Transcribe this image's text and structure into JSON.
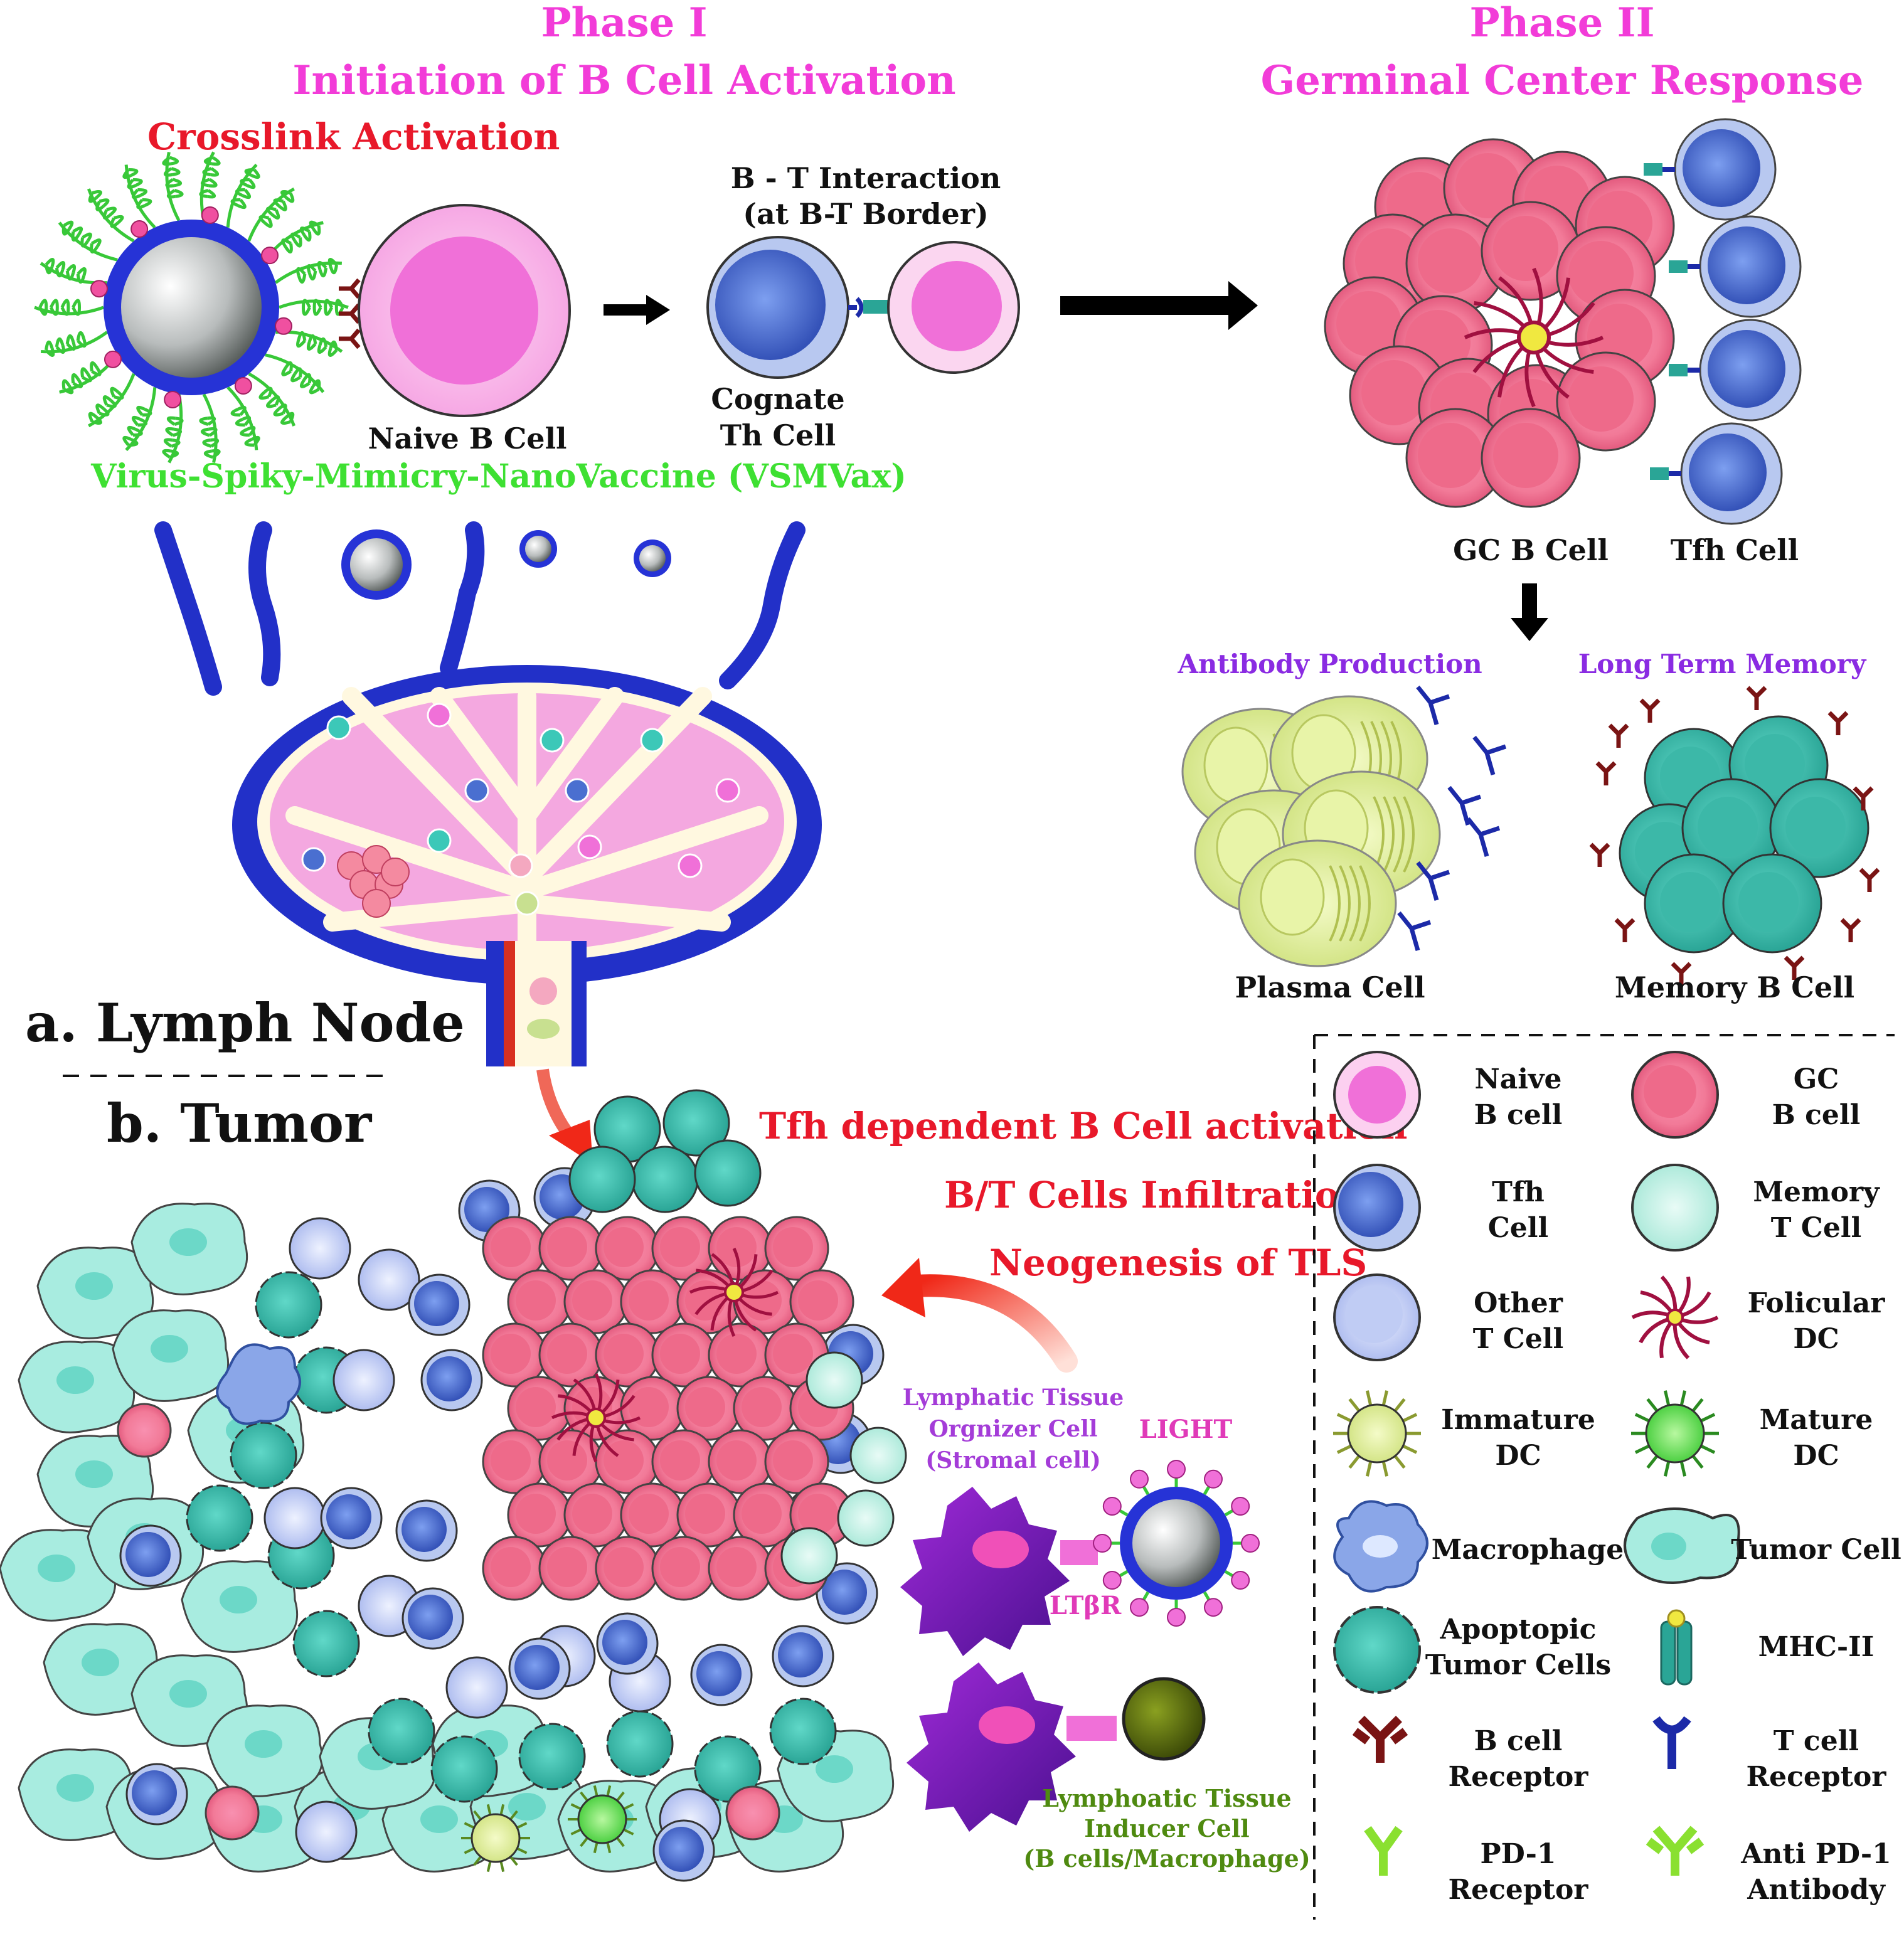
{
  "phase1": {
    "title": "Phase I",
    "subtitle": "Initiation of B Cell Activation"
  },
  "phase2": {
    "title": "Phase II",
    "subtitle": "Germinal Center Response"
  },
  "crosslink": "Crosslink Activation",
  "bt_interaction": {
    "line1": "B - T Interaction",
    "line2": "(at B-T Border)"
  },
  "naive_b_cell": "Naive B Cell",
  "cognate": {
    "line1": "Cognate",
    "line2": "Th Cell"
  },
  "vaccine_label": "Virus-Spiky-Mimicry-NanoVaccine (VSMVax)",
  "gc_b_cell": "GC B Cell",
  "tfh_cell": "Tfh Cell",
  "antibody_production": "Antibody Production",
  "long_term_memory": "Long Term Memory",
  "plasma_cell": "Plasma Cell",
  "memory_b_cell": "Memory B Cell",
  "section_a": "a. Lymph Node",
  "section_b": "b. Tumor",
  "tumor_notes": {
    "line1": "Tfh dependent B Cell activation",
    "line2": "B/T Cells Infiltration",
    "line3": "Neogenesis of TLS"
  },
  "lto": {
    "line1": "Lymphatic Tissue",
    "line2": "Orgnizer Cell",
    "line3": "(Stromal cell)"
  },
  "light": "LIGHT",
  "ltbr": "LTβR",
  "lti": {
    "line1": "Lymphoatic Tissue",
    "line2": "Inducer Cell",
    "line3": "(B cells/Macrophage)"
  },
  "legend": {
    "naive_b": {
      "line1": "Naive",
      "line2": "B cell"
    },
    "gc_b": {
      "line1": "GC",
      "line2": "B cell"
    },
    "tfh": {
      "line1": "Tfh",
      "line2": "Cell"
    },
    "memory_t": {
      "line1": "Memory",
      "line2": "T  Cell"
    },
    "other_t": {
      "line1": "Other",
      "line2": "T  Cell"
    },
    "folicular_dc": {
      "line1": "Folicular",
      "line2": "DC"
    },
    "immature_dc": {
      "line1": "Immature",
      "line2": "DC"
    },
    "mature_dc": {
      "line1": "Mature",
      "line2": "DC"
    },
    "macrophage": "Macrophage",
    "tumor_cell": "Tumor Cell",
    "apoptotic": {
      "line1": "Apoptopic",
      "line2": "Tumor Cells"
    },
    "mhc": "MHC-II",
    "bcr": {
      "line1": "B cell",
      "line2": "Receptor"
    },
    "tcr": {
      "line1": "T cell",
      "line2": "Receptor"
    },
    "pd1": {
      "line1": "PD-1",
      "line2": "Receptor"
    },
    "antipd1": {
      "line1": "Anti PD-1",
      "line2": "Antibody"
    }
  },
  "colors": {
    "pink_title": "#f23cd8",
    "red_text": "#e8182a",
    "green_text": "#3ee032",
    "purple_text": "#8a2be2",
    "gc_pink": "#f48aa0",
    "tfh_blue": "#4a6fd0",
    "memory_teal": "#3cc8b8",
    "plasma_yellow": "#d8e88a",
    "naive_pink": "#f070d8",
    "node_blue": "#2230c8"
  }
}
